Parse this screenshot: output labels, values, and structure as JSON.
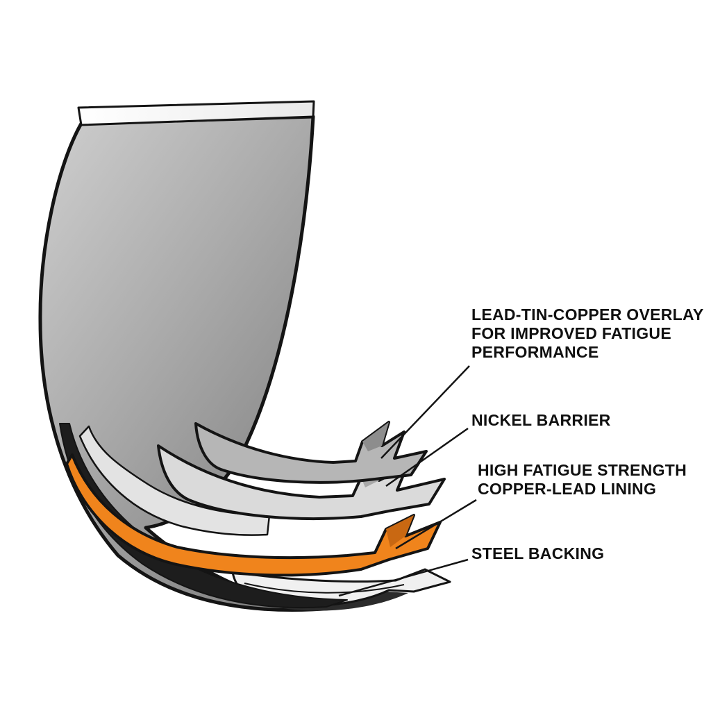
{
  "figure": {
    "background_color": "#ffffff",
    "colors": {
      "shell_gray": "#ababab",
      "shell_gray_light": "#cdcdcd",
      "shell_gray_dark": "#7d7d7d",
      "overlay_gray": "#b6b6b6",
      "nickel_gray": "#dadada",
      "copper_lead_orange": "#f0841c",
      "copper_lead_shadow": "#c96812",
      "steel_backing_white": "#f0f0f0",
      "inner_wrap_gray": "#e3e3e3",
      "bottom_lip_dark": "#1d1d1d",
      "outline_black": "#141414"
    },
    "callouts": [
      {
        "id": "overlay",
        "lines": [
          "LEAD-TIN-COPPER OVERLAY",
          "FOR IMPROVED FATIGUE",
          "PERFORMANCE"
        ]
      },
      {
        "id": "nickel",
        "lines": [
          "NICKEL BARRIER"
        ]
      },
      {
        "id": "copper_lead",
        "lines": [
          "HIGH FATIGUE STRENGTH",
          "COPPER-LEAD LINING"
        ]
      },
      {
        "id": "steel",
        "lines": [
          "STEEL BACKING"
        ]
      }
    ]
  }
}
